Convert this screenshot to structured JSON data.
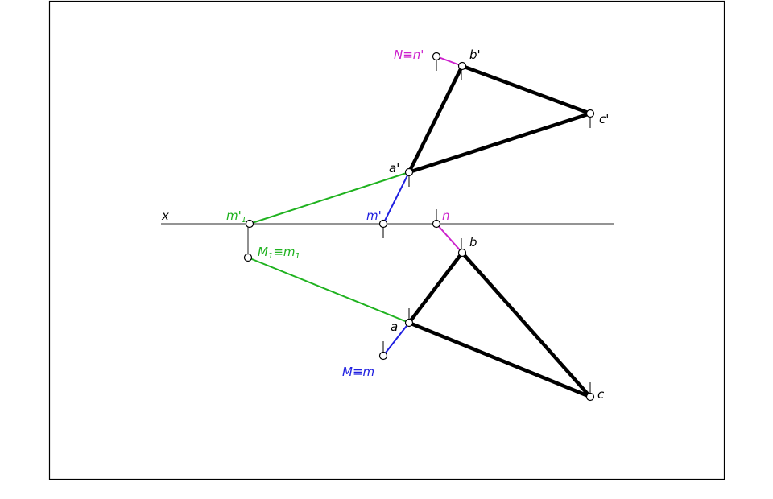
{
  "colors": {
    "frame": "#000000",
    "axis": "#555555",
    "triangle": "#000000",
    "green": "#1fb21f",
    "blue": "#1f1fe0",
    "magenta": "#cc22cc",
    "text": "#000000",
    "point_fill": "#ffffff"
  },
  "labels": {
    "axis_x": "x",
    "b_prime": "b'",
    "c_prime": "c'",
    "a_prime": "a'",
    "n_eq_n_prime": "N≡n'",
    "m1_prime_main": "m'",
    "m1_prime_sub": "1",
    "m_prime": "m'",
    "n": "n",
    "big_m1_M": "M",
    "big_m1_sub1": "1",
    "big_m1_eq": "≡m",
    "big_m1_sub2": "1",
    "b": "b",
    "a": "a",
    "m_eq_m": "M≡m",
    "c": "c"
  },
  "icons": {
    "point": "circle-marker"
  }
}
